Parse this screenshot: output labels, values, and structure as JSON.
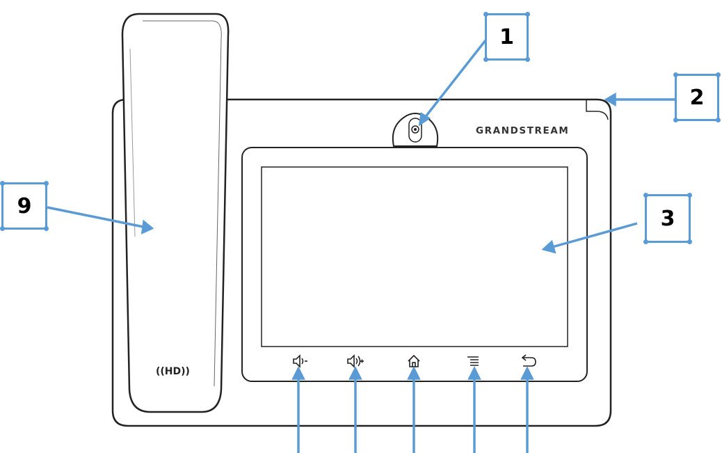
{
  "brand_text": "GRANDSTREAM",
  "handset_logo": "((HD))",
  "callouts": [
    {
      "label": "1",
      "target": "camera"
    },
    {
      "label": "2",
      "target": "message-waiting-indicator"
    },
    {
      "label": "3",
      "target": "lcd-screen"
    },
    {
      "label": "9",
      "target": "handset"
    }
  ],
  "softkeys": [
    {
      "icon": "volume-down-icon"
    },
    {
      "icon": "volume-up-icon"
    },
    {
      "icon": "home-icon"
    },
    {
      "icon": "menu-icon"
    },
    {
      "icon": "back-icon"
    }
  ],
  "colors": {
    "callout": "#5b9bd5",
    "outline": "#222222",
    "background": "#ffffff"
  }
}
